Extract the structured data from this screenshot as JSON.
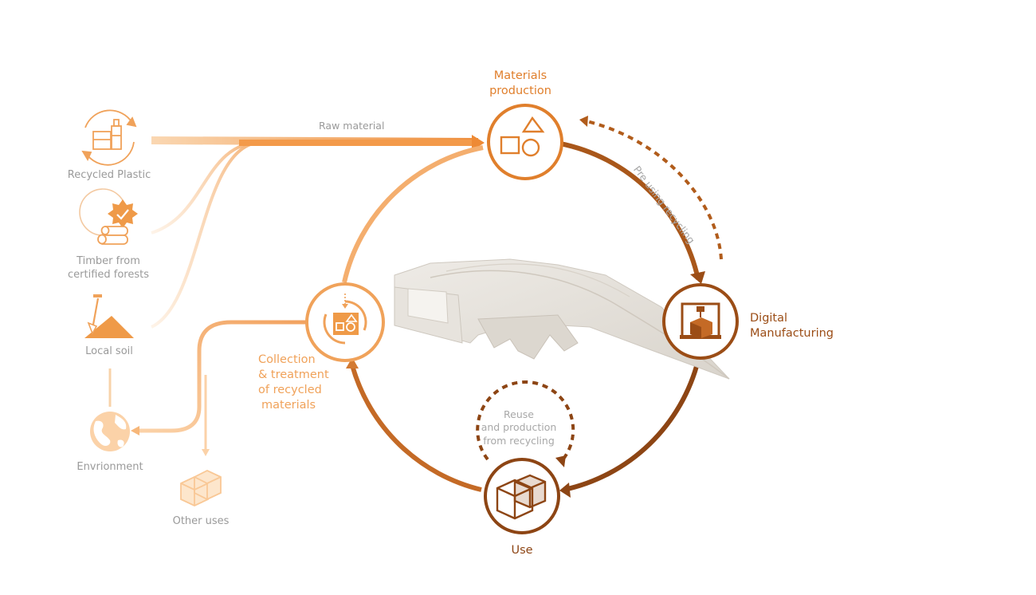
{
  "labels": {
    "raw_material": "Raw material",
    "pre_using_recycling": "Pre using recycling",
    "reuse_line1": "Reuse",
    "reuse_line2": "and production",
    "reuse_line3": "from recycling"
  },
  "sources": [
    {
      "line1": "Recycled Plastic",
      "line2": ""
    },
    {
      "line1": "Timber from",
      "line2": "certified forests"
    },
    {
      "line1": "Local soil",
      "line2": ""
    }
  ],
  "outputs": [
    {
      "label": "Envrionment"
    },
    {
      "label": "Other uses"
    }
  ],
  "nodes": {
    "materials": {
      "line1": "Materials",
      "line2": "production"
    },
    "digital": {
      "line1": "Digital",
      "line2": "Manufacturing"
    },
    "use": {
      "line1": "Use"
    },
    "collection": {
      "line1": "Collection",
      "line2": "& treatment",
      "line3": "of recycled",
      "line4": "materials"
    }
  },
  "colors": {
    "light_orange": "#f0a25a",
    "mid_orange": "#e07f2c",
    "dark_brown": "#8a4512",
    "mid_brown": "#b5601c",
    "pale": "#fbd9b5",
    "grey_text": "#9a9a9a"
  },
  "icons": [
    "recycled-plastic-icon",
    "timber-icon",
    "local-soil-icon",
    "globe-icon",
    "blocks-icon",
    "shapes-icon",
    "3d-printer-icon",
    "cubes-icon",
    "collection-icon",
    "architecture-model-image"
  ]
}
